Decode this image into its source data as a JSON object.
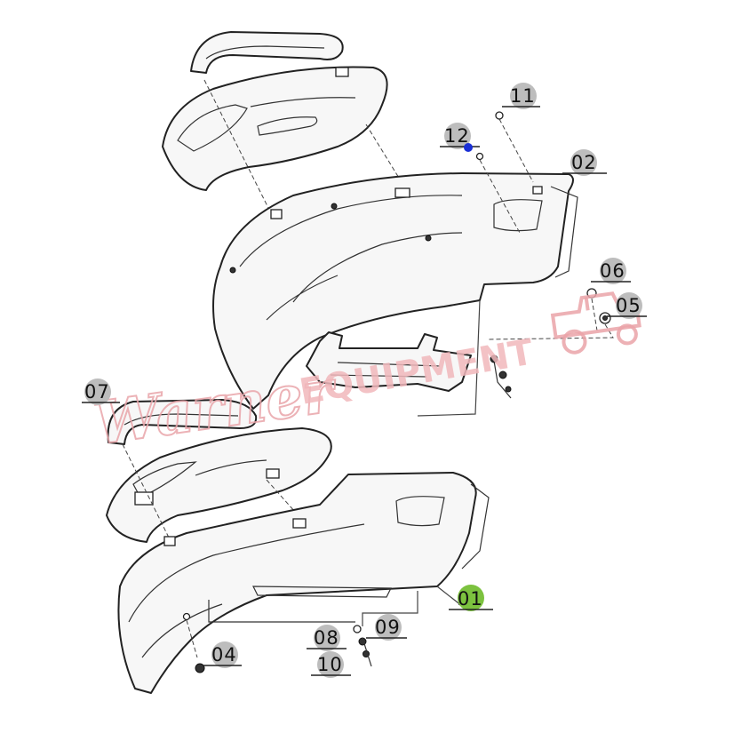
{
  "callouts": [
    {
      "id": "c01",
      "label": "01",
      "color": "#7cc23f"
    },
    {
      "id": "c02",
      "label": "02",
      "color": "#bdbdbd"
    },
    {
      "id": "c04",
      "label": "04",
      "color": "#bdbdbd"
    },
    {
      "id": "c05",
      "label": "05",
      "color": "#bdbdbd"
    },
    {
      "id": "c06",
      "label": "06",
      "color": "#bdbdbd"
    },
    {
      "id": "c07",
      "label": "07",
      "color": "#bdbdbd"
    },
    {
      "id": "c08",
      "label": "08",
      "color": "#bdbdbd"
    },
    {
      "id": "c09",
      "label": "09",
      "color": "#bdbdbd"
    },
    {
      "id": "c10",
      "label": "10",
      "color": "#bdbdbd"
    },
    {
      "id": "c11",
      "label": "11",
      "color": "#bdbdbd"
    },
    {
      "id": "c12",
      "label": "12",
      "color": "#bdbdbd"
    }
  ],
  "highlight_dot_color": "#1a2fd6",
  "watermark": {
    "script_text": "Warner",
    "block_text": "EQUIPMENT",
    "color": "#e9a5aa",
    "icon": "tractor-icon"
  }
}
